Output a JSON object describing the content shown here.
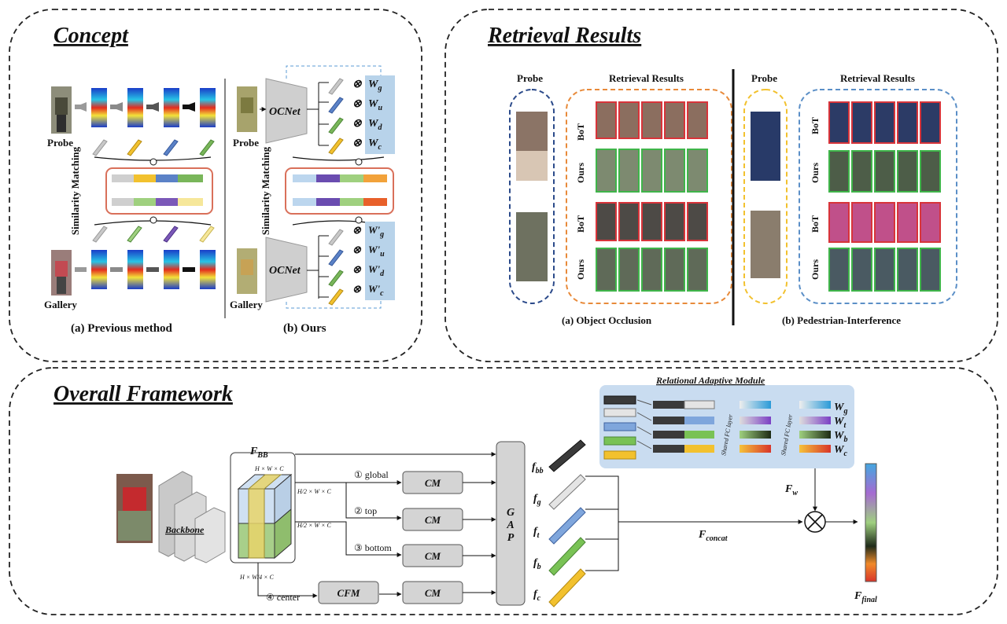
{
  "sections": {
    "concept": "Concept",
    "retrieval": "Retrieval Results",
    "framework": "Overall Framework"
  },
  "concept": {
    "probe": "Probe",
    "gallery": "Gallery",
    "similarity_matching": "Similarity Matching",
    "ocnet": "OCNet",
    "weights": [
      "W",
      "W",
      "W",
      "W"
    ],
    "weight_subs": [
      "g",
      "u",
      "d",
      "c"
    ],
    "weights_prime": [
      "W'",
      "W'",
      "W'",
      "W'"
    ],
    "caption_a": "(a) Previous method",
    "caption_b": "(b) Ours",
    "strip_colors": [
      "#bdbdbd",
      "#f2c12e",
      "#5b82c7",
      "#79b65a"
    ]
  },
  "retrieval": {
    "probe_a": "Probe",
    "results_a": "Retrieval Results",
    "probe_b": "Probe",
    "results_b": "Retrieval Results",
    "row_labels_a": [
      "BoT",
      "Ours",
      "BoT",
      "Ours"
    ],
    "row_labels_b": [
      "BoT",
      "Ours",
      "BoT",
      "Ours"
    ],
    "caption_a": "(a) Object Occlusion",
    "caption_b": "(b) Pedestrian-Interference"
  },
  "framework": {
    "backbone": "Backbone",
    "fbb": "F",
    "fbb_sub": "BB",
    "dim_full": "H × W × C",
    "dim_half_1": "H/2 × W × C",
    "dim_half_2": "H/2 × W × C",
    "dim_quarter": "H × W/4 × C",
    "branches": [
      "① global",
      "② top",
      "③ bottom",
      "④ center"
    ],
    "cm": "CM",
    "cfm": "CFM",
    "gap": [
      "G",
      "A",
      "P"
    ],
    "features": [
      "f",
      "f",
      "f",
      "f",
      "f"
    ],
    "feature_subs": [
      "bb",
      "g",
      "t",
      "b",
      "c"
    ],
    "ram_title": "Relational Adaptive Module",
    "shared_fc": "Shared FC layer",
    "ram_weights": [
      "W",
      "W",
      "W",
      "W"
    ],
    "ram_weight_subs": [
      "g",
      "t",
      "b",
      "c"
    ],
    "fw": "F",
    "fw_sub": "w",
    "fconcat": "F",
    "fconcat_sub": "concat",
    "ffinal": "F",
    "ffinal_sub": "final"
  }
}
